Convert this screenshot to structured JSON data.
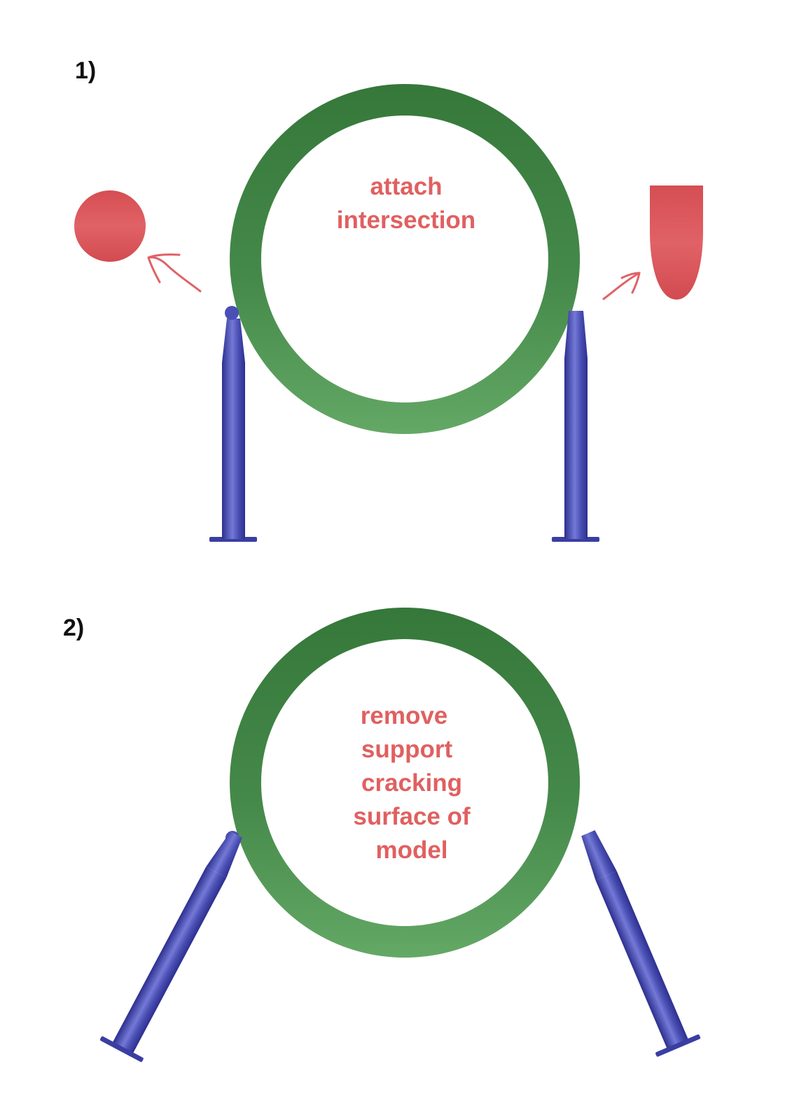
{
  "steps": [
    {
      "label": "1)",
      "caption_lines": [
        "attach",
        "intersection"
      ],
      "description": "Support tips attached to model at intersection; contact shape shown as sphere (left) and rounded cylinder (right)"
    },
    {
      "label": "2)",
      "caption_lines": [
        "remove",
        "support",
        "cracking",
        "surface of",
        "model"
      ],
      "description": "Supports removed, leaving cracked model surface"
    }
  ],
  "colors": {
    "model_ring_dark": "#35783a",
    "model_ring_light": "#62a765",
    "support": "#3b3fa6",
    "support_highlight": "#7a80d8",
    "annotation": "#e06060",
    "contact_shape": "#d9555a",
    "label": "#111111"
  },
  "icons": {
    "step1_left_contact": "sphere-shape",
    "step1_right_contact": "rounded-cylinder-shape",
    "arrows": "hand-drawn-arrow"
  }
}
